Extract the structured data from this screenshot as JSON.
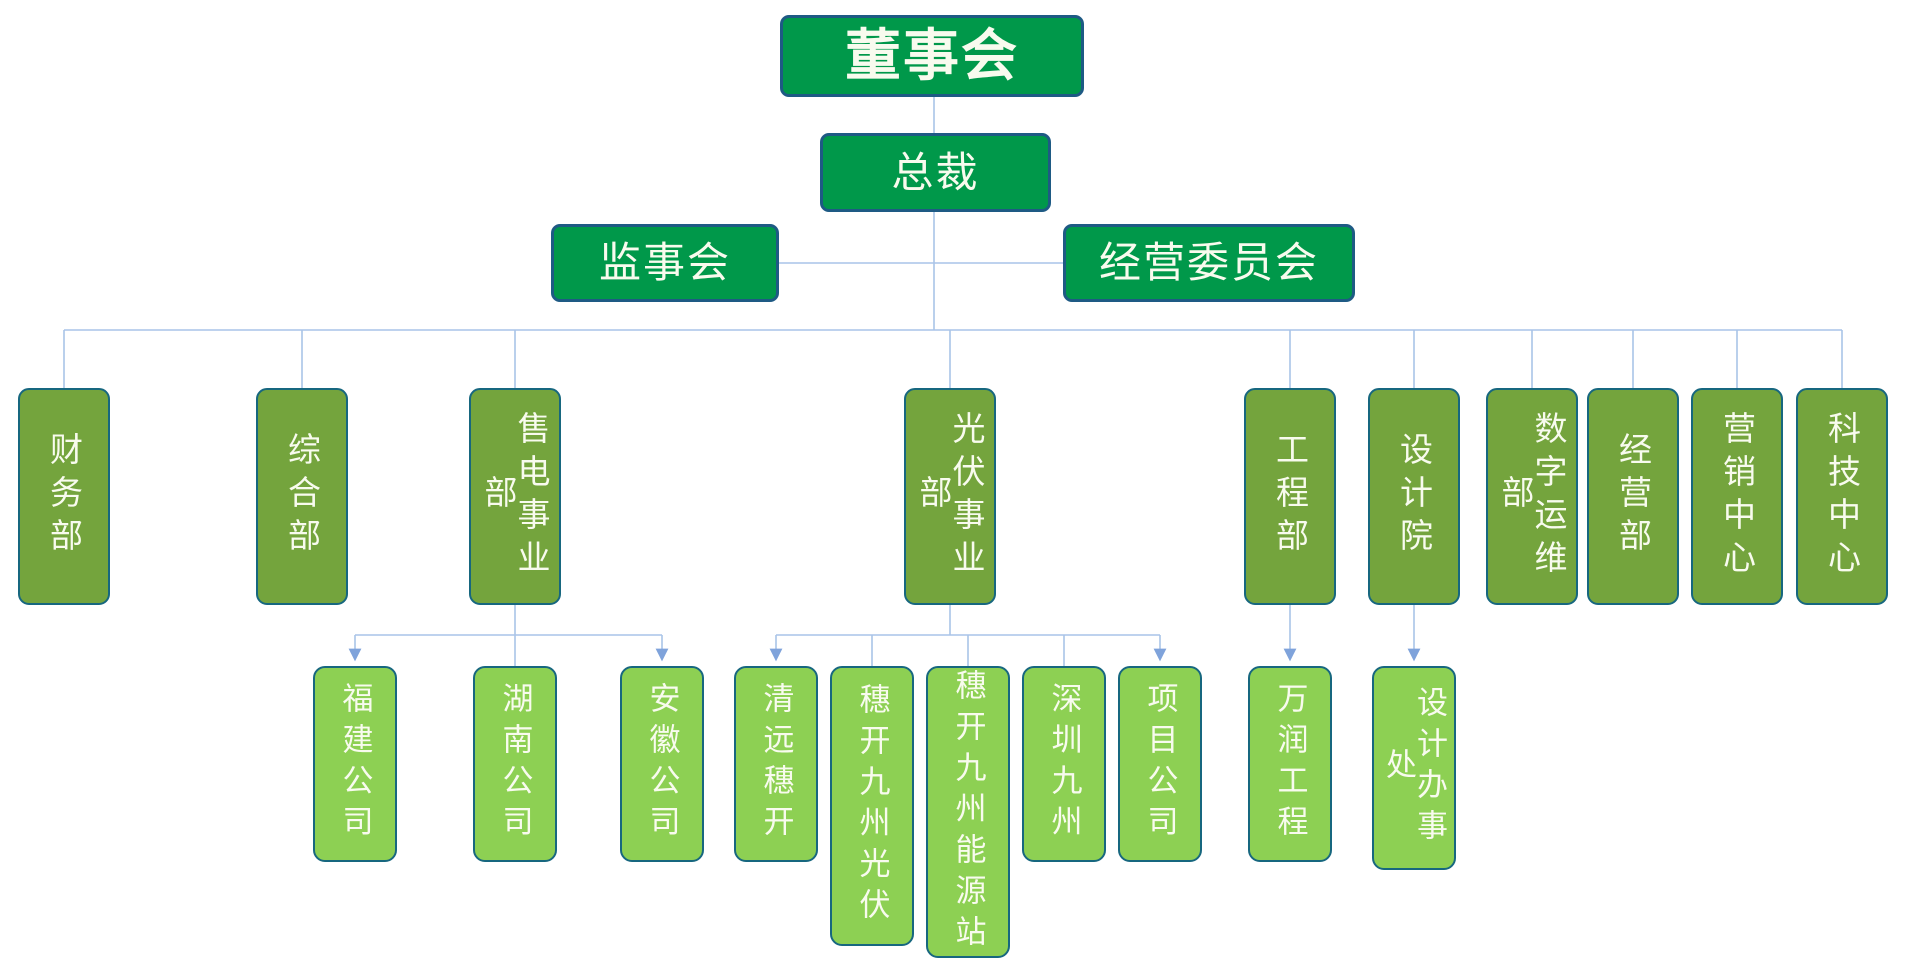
{
  "org_chart": {
    "board": {
      "id": "board",
      "label": "董事会"
    },
    "president": {
      "id": "president",
      "label": "总裁"
    },
    "side_bodies": [
      {
        "id": "supervisory",
        "label": "监事会"
      },
      {
        "id": "committee",
        "label": "经营委员会"
      }
    ],
    "departments": [
      {
        "id": "finance",
        "label": "财务部",
        "children": []
      },
      {
        "id": "general",
        "label": "综合部",
        "children": []
      },
      {
        "id": "power-sales",
        "label": "售电事业部",
        "children": [
          {
            "id": "fujian",
            "label": "福建公司",
            "arrow": true
          },
          {
            "id": "hunan",
            "label": "湖南公司",
            "arrow": false
          },
          {
            "id": "anhui",
            "label": "安徽公司",
            "arrow": true
          }
        ]
      },
      {
        "id": "pv",
        "label": "光伏事业部",
        "children": [
          {
            "id": "qingyuan",
            "label": "清远穗开",
            "arrow": true
          },
          {
            "id": "suikai-pv",
            "label": "穗开九州光伏",
            "arrow": false
          },
          {
            "id": "suikai-energy",
            "label": "穗开九州能源站",
            "arrow": false
          },
          {
            "id": "shenzhen",
            "label": "深圳九州",
            "arrow": false
          },
          {
            "id": "project",
            "label": "项目公司",
            "arrow": true
          }
        ]
      },
      {
        "id": "engineering",
        "label": "工程部",
        "children": [
          {
            "id": "wanrun",
            "label": "万润工程",
            "arrow": true
          }
        ]
      },
      {
        "id": "design",
        "label": "设计院",
        "children": [
          {
            "id": "design-office",
            "label": "设计办事处",
            "arrow": true
          }
        ]
      },
      {
        "id": "digital-om",
        "label": "数字运维部",
        "children": []
      },
      {
        "id": "operations",
        "label": "经营部",
        "children": []
      },
      {
        "id": "marketing",
        "label": "营销中心",
        "children": []
      },
      {
        "id": "tech",
        "label": "科技中心",
        "children": []
      }
    ],
    "colors": {
      "level1_fill": "#00984A",
      "level1_border": "#1E5A84",
      "dept_fill": "#74A43D",
      "child_fill": "#8DD053",
      "node_border": "#17677F",
      "connector": "#A9C4E8",
      "arrow": "#7FA3DB",
      "text": "#F8FBEE",
      "background": "#FFFFFF"
    }
  }
}
